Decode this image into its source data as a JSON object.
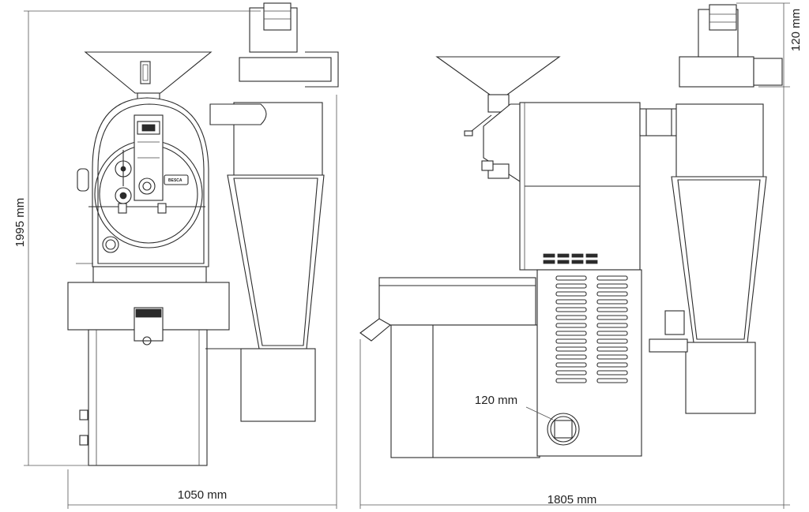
{
  "dimensions": {
    "height": "1995 mm",
    "width_front": "1050 mm",
    "width_side": "1805 mm",
    "motor_height": "120 mm",
    "duct_diameter": "120 mm"
  },
  "front_view": {
    "brand_plate": "BESCA"
  }
}
